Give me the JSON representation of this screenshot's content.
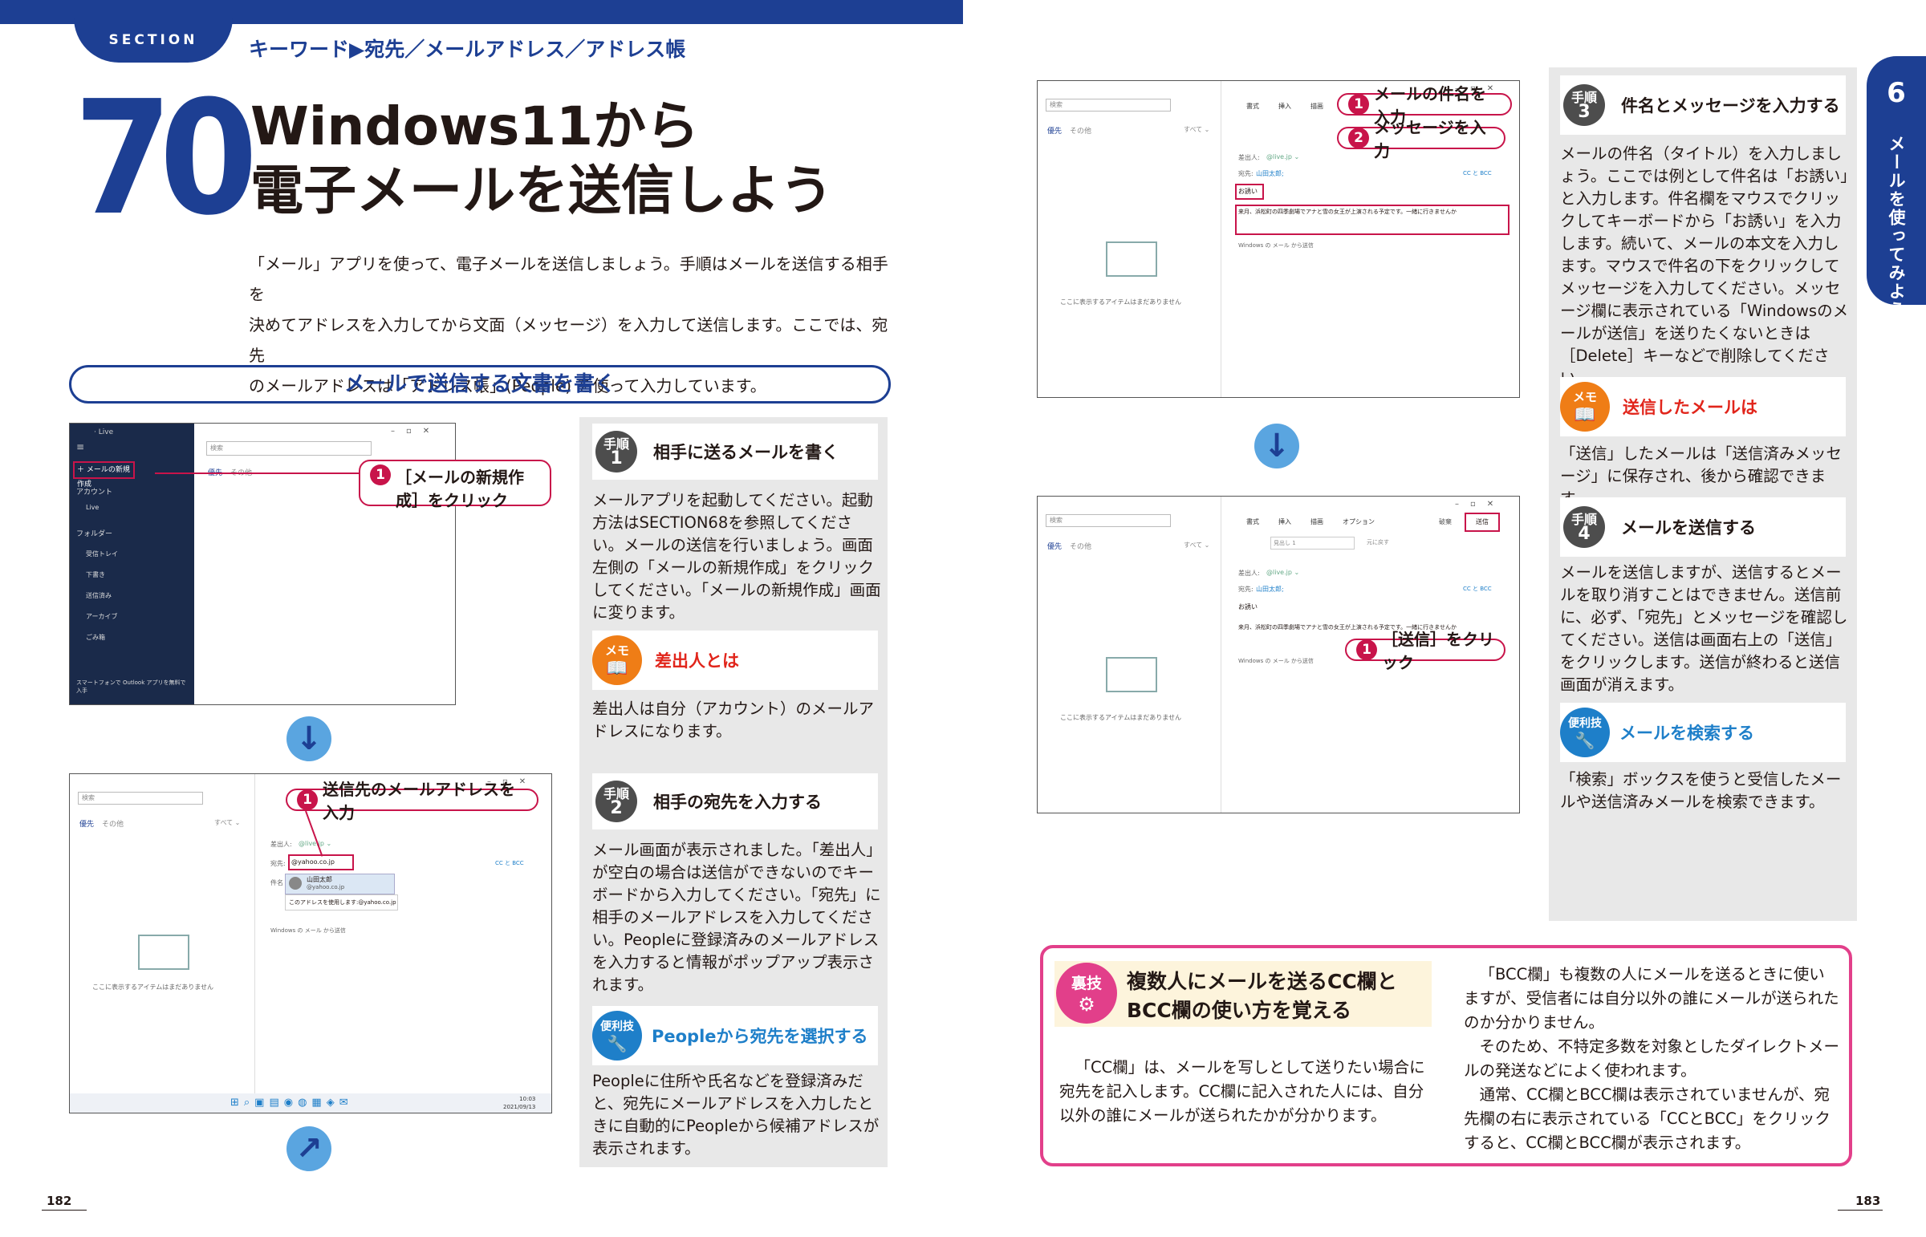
{
  "left": {
    "section_label": "SECTION",
    "keywords": "キーワード▶宛先／メールアドレス／アドレス帳",
    "section_number": "70",
    "title_line1": "Windows11から",
    "title_line2": "電子メールを送信しよう",
    "intro_lines": [
      "「メール」アプリを使って、電子メールを送信しましょう。手順はメールを送信する相手を",
      "決めてアドレスを入力してから文面（メッセージ）を入力して送信します。ここでは、宛先",
      "のメールアドレスは「アドレス帳」(People) を使って入力しています。"
    ],
    "heading": "メールで送信する文書を書く",
    "page_number": "182"
  },
  "shot1": {
    "app_label": "· Live",
    "new_mail": "＋ メールの新規作成",
    "account": "アカウント",
    "live": "Live",
    "folder": "フォルダー",
    "folders": [
      "受信トレイ",
      "下書き",
      "送信済み",
      "アーカイブ",
      "ごみ箱"
    ],
    "outlook": "スマートフォンで Outlook アプリを無料で入手",
    "search": "検索",
    "tabs": [
      "優先",
      "その他"
    ],
    "callout_num": "1",
    "callout": "［メールの新規作成］をクリック"
  },
  "shot2": {
    "search": "検索",
    "tabs": [
      "優先",
      "その他"
    ],
    "filter": "すべて ⌄",
    "empty": "ここに表示するアイテムはまだありません",
    "from_label": "差出人:",
    "from_value": "@live.jp ⌄",
    "to_label": "宛先:",
    "to_value": "@yahoo.co.jp",
    "subject_label": "件名",
    "suggest_name": "山田太郎",
    "suggest_email": "@yahoo.co.jp",
    "suggest_use": "このアドレスを使用します:",
    "suggest_use_value": "@yahoo.co.jp",
    "cc": "CC と BCC",
    "windows_sig": "Windows の メール から送信",
    "callout_num": "1",
    "callout": "送信先のメールアドレスを入力",
    "clock_time": "10:03",
    "clock_date": "2021/09/13"
  },
  "step1": {
    "label": "手順",
    "num": "1",
    "title": "相手に送るメールを書く",
    "body": "メールアプリを起動してください。起動方法はSECTION68を参照してください。メールの送信を行いましょう。画面左側の「メールの新規作成」をクリックしてください。「メールの新規作成」画面に変ります。"
  },
  "memo1": {
    "label": "メモ",
    "title": "差出人とは",
    "body": "差出人は自分（アカウント）のメールアドレスになります。"
  },
  "step2": {
    "label": "手順",
    "num": "2",
    "title": "相手の宛先を入力する",
    "body": "メール画面が表示されました。「差出人」が空白の場合は送信ができないのでキーボードから入力してください。「宛先」に相手のメールアドレスを入力してください。Peopleに登録済みのメールアドレスを入力すると情報がポップアップ表示されます。"
  },
  "tip1": {
    "label": "便利技",
    "title": "Peopleから宛先を選択する",
    "body": "Peopleに住所や氏名などを登録済みだと、宛先にメールアドレスを入力したときに自動的にPeopleから候補アドレスが表示されます。"
  },
  "shot3": {
    "search": "検索",
    "tabs": [
      "優先",
      "その他"
    ],
    "filter": "すべて ⌄",
    "ribbon": [
      "書式",
      "挿入",
      "描画"
    ],
    "from_label": "差出人:",
    "from_value": "@live.jp ⌄",
    "to_label": "宛先:",
    "to_value": "山田太郎;",
    "cc": "CC と BCC",
    "subject": "お誘い",
    "message": "来月、浜松町の四季劇場でアナと雪の女王が上演される予定です。一緒に行きませんか",
    "windows_sig": "Windows の メール から送信",
    "empty": "ここに表示するアイテムはまだありません",
    "callout1_num": "1",
    "callout1": "メールの件名を入力",
    "callout2_num": "2",
    "callout2": "メッセージを入力"
  },
  "shot4": {
    "search": "検索",
    "tabs": [
      "優先",
      "その他"
    ],
    "filter": "すべて ⌄",
    "ribbon": [
      "書式",
      "挿入",
      "描画",
      "オプション"
    ],
    "discard": "破棄",
    "send": "送信",
    "heading_select": "見出し 1",
    "undo": "元に戻す",
    "from_label": "差出人:",
    "from_value": "@live.jp ⌄",
    "to_label": "宛先:",
    "to_value": "山田太郎;",
    "cc": "CC と BCC",
    "subject": "お誘い",
    "message": "来月、浜松町の四季劇場でアナと雪の女王が上演される予定です。一緒に行きませんか",
    "windows_sig": "Windows の メール から送信",
    "empty": "ここに表示するアイテムはまだありません",
    "callout_num": "1",
    "callout": "［送信］をクリック"
  },
  "step3": {
    "label": "手順",
    "num": "3",
    "title": "件名とメッセージを入力する",
    "body": "メールの件名（タイトル）を入力しましょう。ここでは例として件名は「お誘い」と入力します。件名欄をマウスでクリックしてキーボードから「お誘い」を入力します。続いて、メールの本文を入力します。マウスで件名の下をクリックしてメッセージを入力してください。メッセージ欄に表示されている「Windowsのメールが送信」を送りたくないときは［Delete］キーなどで削除してください。"
  },
  "memo2": {
    "label": "メモ",
    "title": "送信したメールは",
    "body": "「送信」したメールは「送信済みメッセージ」に保存され、後から確認できます。"
  },
  "step4": {
    "label": "手順",
    "num": "4",
    "title": "メールを送信する",
    "body": "メールを送信しますが、送信するとメールを取り消すことはできません。送信前に、必ず、「宛先」とメッセージを確認してください。送信は画面右上の「送信」をクリックします。送信が終わると送信画面が消えます。"
  },
  "tip2": {
    "label": "便利技",
    "title": "メールを検索する",
    "body": "「検索」ボックスを使うと受信したメールや送信済みメールを検索できます。"
  },
  "side": {
    "number": "6",
    "text": "メールを使ってみよう"
  },
  "ura": {
    "label": "裏技",
    "title_line1": "複数人にメールを送るCC欄と",
    "title_line2": "BCC欄の使い方を覚える",
    "body_left": "「CC欄」は、メールを写しとして送りたい場合に宛先を記入します。CC欄に記入された人には、自分以外の誰にメールが送られたかが分かります。",
    "body_right1": "「BCC欄」も複数の人にメールを送るときに使いますが、受信者には自分以外の誰にメールが送られたのか分かりません。",
    "body_right2": "そのため、不特定多数を対象としたダイレクトメールの発送などによく使われます。",
    "body_right3": "通常、CC欄とBCC欄は表示されていませんが、宛先欄の右に表示されている「CCとBCC」をクリックすると、CC欄とBCC欄が表示されます。"
  },
  "right_page_number": "183",
  "colors": {
    "navy": "#1d3f93",
    "red": "#c8144a",
    "orange": "#ef7d16",
    "blue": "#1e7fc9",
    "pink": "#e23f8a"
  }
}
